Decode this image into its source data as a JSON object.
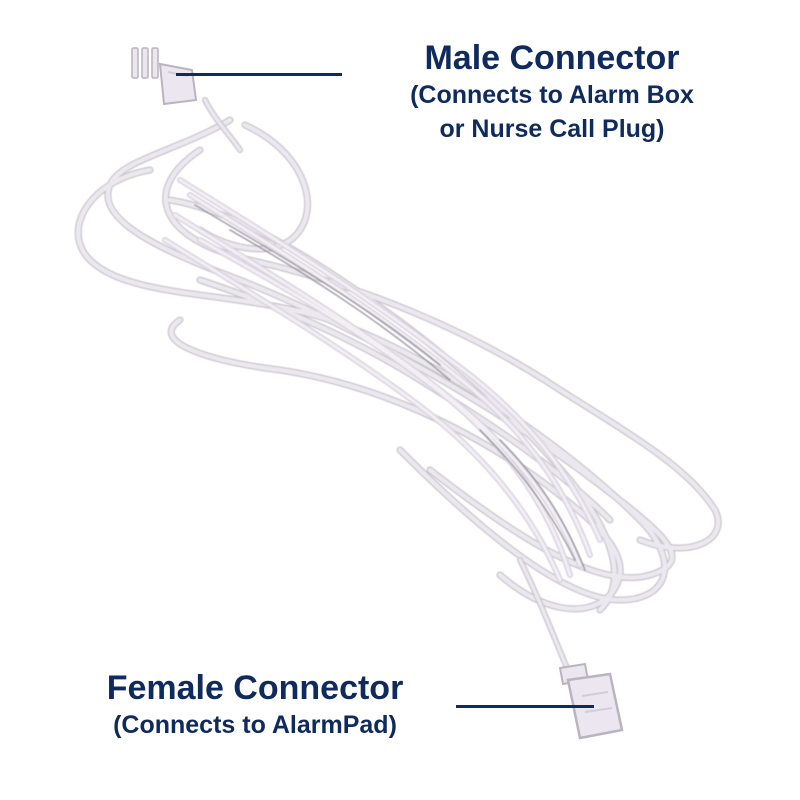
{
  "male_connector": {
    "title": "Male Connector",
    "description_line1": "(Connects to Alarm Box",
    "description_line2": "or Nurse Call Plug)"
  },
  "female_connector": {
    "title": "Female Connector",
    "description": "(Connects to AlarmPad)"
  },
  "colors": {
    "label_text": "#0f2a5c",
    "leader_line": "#0f2a5c",
    "cable_body": "#ece8ef",
    "cable_outline": "#c8c4cc",
    "cable_shadow": "#8a8690"
  }
}
